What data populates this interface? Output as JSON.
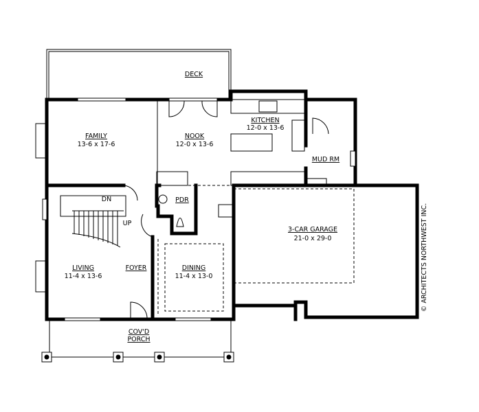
{
  "plan": {
    "rooms": {
      "deck": {
        "name": "DECK"
      },
      "family": {
        "name": "FAMILY",
        "size": "13-6 x 17-6"
      },
      "nook": {
        "name": "NOOK",
        "size": "12-0 x 13-6"
      },
      "kitchen": {
        "name": "KITCHEN",
        "size": "12-0 x 13-6"
      },
      "mud": {
        "name": "MUD RM"
      },
      "stairs_down": {
        "name": "DN"
      },
      "stairs_up": {
        "name": "UP"
      },
      "powder": {
        "name": "PDR"
      },
      "garage": {
        "name": "3-CAR GARAGE",
        "size": "21-0 x 29-0"
      },
      "living": {
        "name": "LIVING",
        "size": "11-4 x 13-6"
      },
      "foyer": {
        "name": "FOYER"
      },
      "dining": {
        "name": "DINING",
        "size": "11-4 x 13-0"
      },
      "porch": {
        "name": "COV'D",
        "name2": "PORCH"
      }
    },
    "copyright": "© ARCHITECTS NORTHWEST INC."
  }
}
